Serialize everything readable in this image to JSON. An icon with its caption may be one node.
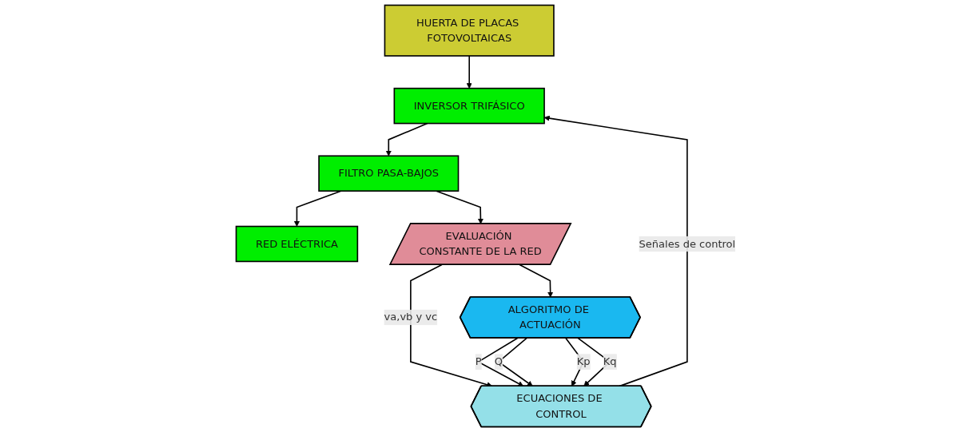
{
  "diagram": {
    "nodes": [
      {
        "text": [
          "HUERTA DE PLACAS FOTOVOLTAICAS"
        ]
      },
      {
        "text": [
          "INVERSOR TRIFÁSICO"
        ]
      },
      {
        "text": [
          "FILTRO PASA-BAJOS"
        ]
      },
      {
        "text": [
          "RED ELÉCTRICA"
        ]
      },
      {
        "text": [
          "ECUACIONES DE CONTROL"
        ]
      },
      {
        "text": [
          "EVALUACIÓN CONSTANTE DE LA RED"
        ]
      },
      {
        "text": [
          "ALGORITMO DE ACTUACIÓN"
        ]
      }
    ],
    "edges": [
      {
        "from": 0,
        "to": 1,
        "arrow": "to"
      },
      {
        "from": 1,
        "to": 2,
        "arrow": "to"
      },
      {
        "from": 2,
        "to": 3,
        "arrow": "to"
      },
      {
        "from": 2,
        "to": 5,
        "arrow": "to"
      },
      {
        "from": 4,
        "to": 1,
        "arrow": "to",
        "label": "Señales de control"
      },
      {
        "from": 5,
        "to": 4,
        "arrow": "to",
        "label": "va,vb y vc"
      },
      {
        "from": 5,
        "to": 6,
        "arrow": "to"
      },
      {
        "from": 6,
        "to": 4,
        "arrow": "to",
        "label": "P"
      },
      {
        "from": 6,
        "to": 4,
        "arrow": "to",
        "label": "Q"
      },
      {
        "from": 6,
        "to": 4,
        "arrow": "to",
        "label": "Kp"
      },
      {
        "from": 6,
        "to": 4,
        "arrow": "to",
        "label": "Kq"
      }
    ]
  }
}
